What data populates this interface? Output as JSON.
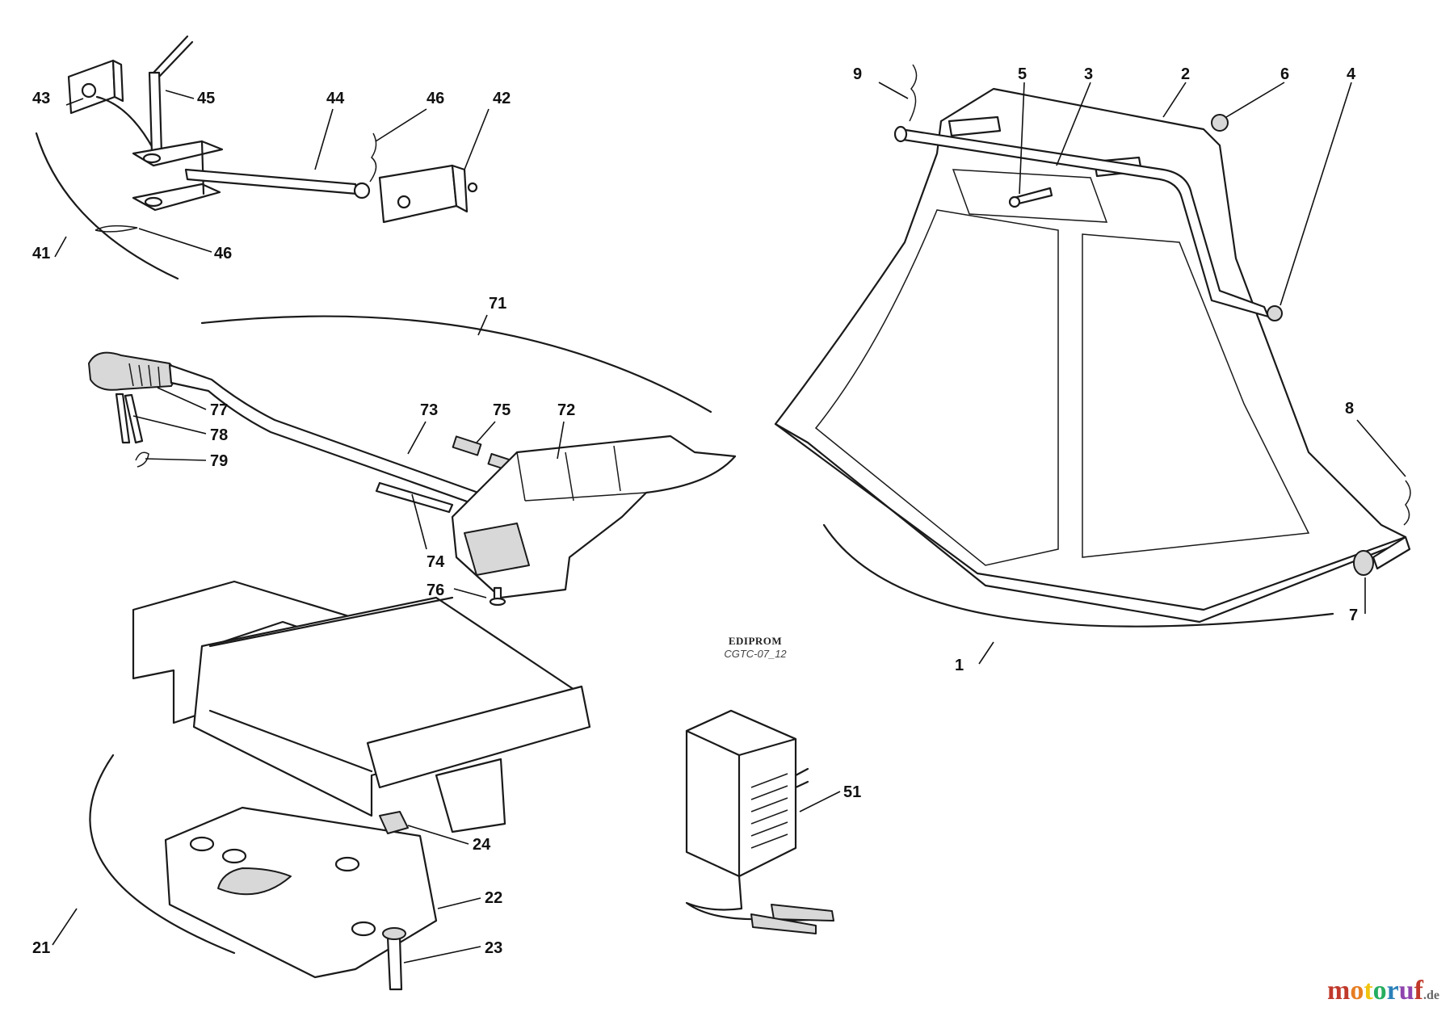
{
  "stamp": {
    "brand": "EDIPROM",
    "code": "CGTC-07_12"
  },
  "watermark": {
    "text": "motoruf",
    "suffix": ".de",
    "colors": [
      "#c0392b",
      "#e67e22",
      "#f1c40f",
      "#27ae60",
      "#2980b9",
      "#8e44ad",
      "#c0392b"
    ]
  },
  "callouts": {
    "p1": "1",
    "p2": "2",
    "p3": "3",
    "p4": "4",
    "p5": "5",
    "p6": "6",
    "p7": "7",
    "p8": "8",
    "p9": "9",
    "p21": "21",
    "p22": "22",
    "p23": "23",
    "p24": "24",
    "p41": "41",
    "p42": "42",
    "p43": "43",
    "p44": "44",
    "p45": "45",
    "p46a": "46",
    "p46b": "46",
    "p51": "51",
    "p71": "71",
    "p72": "72",
    "p73": "73",
    "p74": "74",
    "p75": "75",
    "p76": "76",
    "p77": "77",
    "p78": "78",
    "p79": "79"
  }
}
